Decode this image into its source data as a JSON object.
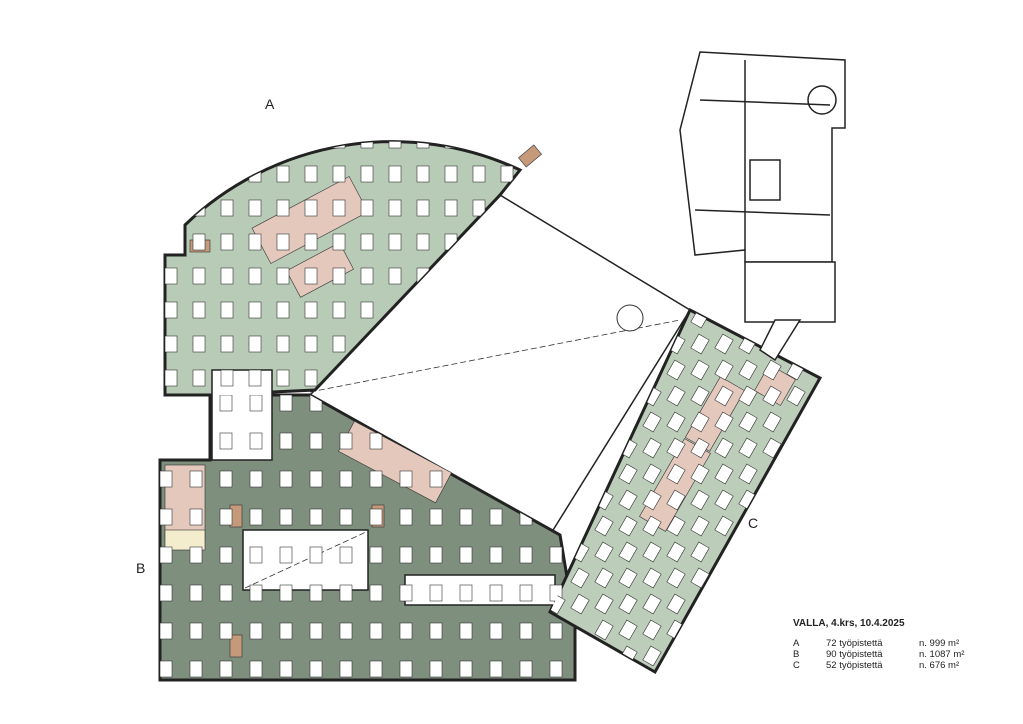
{
  "plan": {
    "zones": [
      {
        "id": "A",
        "label": "A",
        "workstations_text": "72 työpistettä",
        "area_text": "n. 999 m²",
        "color": "#b8cbb6"
      },
      {
        "id": "B",
        "label": "B",
        "workstations_text": "90 työpistettä",
        "area_text": "n. 1087 m²",
        "color": "#7e8f7e"
      },
      {
        "id": "C",
        "label": "C",
        "workstations_text": "52 työpistettä",
        "area_text": "n. 676 m²",
        "color": "#bccdba"
      }
    ],
    "colors": {
      "meeting": "#e4c8bc",
      "quiet": "#f3eccd",
      "storage": "#c49a7a",
      "wall": "#222222"
    }
  },
  "legend": {
    "title": "VALLA, 4.krs, 10.4.2025"
  }
}
